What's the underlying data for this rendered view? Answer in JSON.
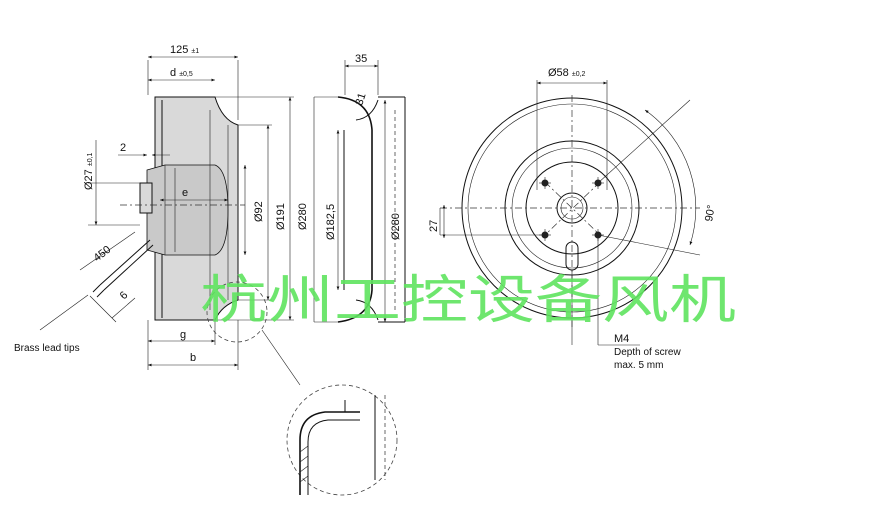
{
  "side_view": {
    "dim_overall_width": "125",
    "dim_overall_width_tol": "±1",
    "dim_d": "d",
    "dim_d_tol": "±0,5",
    "dim_hub_dia": "Ø27",
    "dim_hub_dia_tol": "±0,1",
    "dim_2": "2",
    "dim_e": "e",
    "dim_92": "Ø92",
    "dim_191": "Ø191",
    "dim_280": "Ø280",
    "dim_450": "450",
    "dim_6": "6",
    "dim_g": "g",
    "dim_b": "b",
    "brass_note": "Brass lead tips"
  },
  "section_view": {
    "dim_35": "35",
    "dim_31": "31",
    "dim_182": "Ø182,5",
    "dim_280": "Ø280"
  },
  "front_view": {
    "dim_58": "Ø58",
    "dim_58_tol": "±0,2",
    "dim_27": "27",
    "dim_90": "90°",
    "dim_m4": "M4",
    "screw_note_1": "Depth of screw",
    "screw_note_2": "max. 5 mm"
  },
  "watermark": "杭州工控设备风机"
}
